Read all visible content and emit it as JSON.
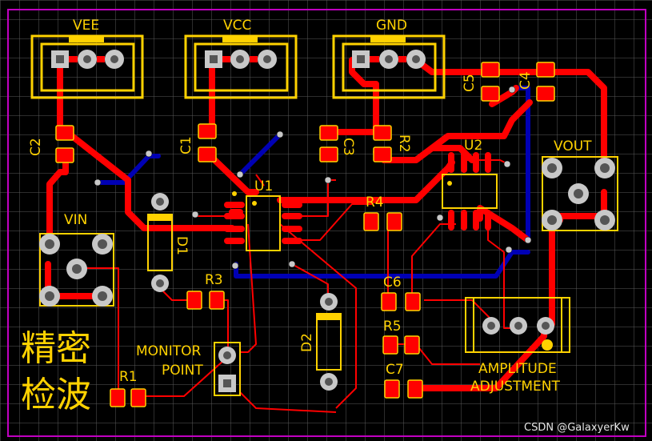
{
  "colors": {
    "background": "#000000",
    "grid": "#5a5a5a",
    "top_copper": "#ff0000",
    "bottom_copper": "#0000b4",
    "silkscreen": "#ffd200",
    "pad": "#c8c8c8",
    "board_outline": "#c000c0"
  },
  "connectors": {
    "vee": "VEE",
    "vcc": "VCC",
    "gnd": "GND",
    "vin": "VIN",
    "vout": "VOUT"
  },
  "refs": {
    "u1": "U1",
    "u2": "U2",
    "r1": "R1",
    "r2": "R2",
    "r3": "R3",
    "r4": "R4",
    "r5": "R5",
    "c1": "C1",
    "c2": "C2",
    "c3": "C3",
    "c4": "C4",
    "c5": "C5",
    "c6": "C6",
    "c7": "C7",
    "d1": "D1",
    "d2": "D2"
  },
  "labels": {
    "monitor_1": "MONITOR",
    "monitor_2": "POINT",
    "amp_1": "AMPLITUDE",
    "amp_2": "ADJUSTMENT"
  },
  "title": {
    "line1": "精密",
    "line2": "检波"
  },
  "watermark": "CSDN @GalaxyerKw"
}
